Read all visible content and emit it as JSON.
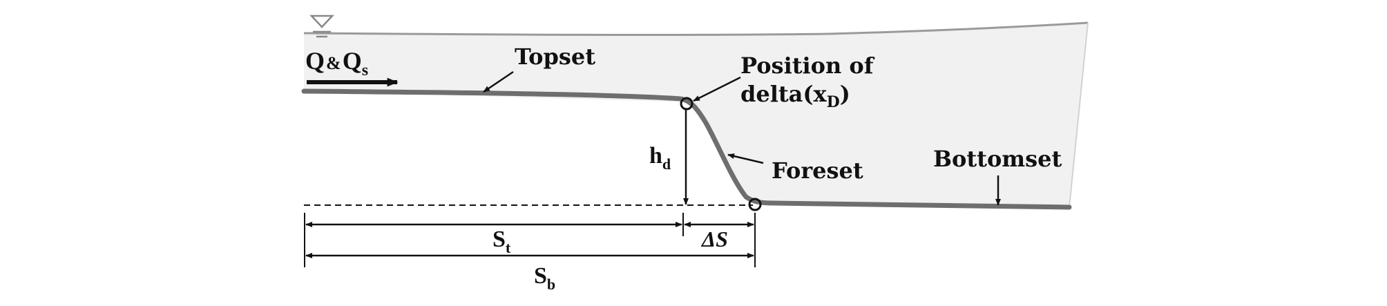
{
  "labels": {
    "flow_q": "Q",
    "flow_amp": "&",
    "flow_qs_main": "Q",
    "flow_qs_sub": "s",
    "topset": "Topset",
    "position_line1": "Position of",
    "position_line2_main": "delta(x",
    "position_line2_sub": "D",
    "position_line2_end": ")",
    "foreset": "Foreset",
    "bottomset": "Bottomset",
    "hd_main": "h",
    "hd_sub": "d",
    "st_main": "S",
    "st_sub": "t",
    "delta_s": "ΔS",
    "sb_main": "S",
    "sb_sub": "b"
  },
  "icons": {
    "water_level": "water-level-triangle-icon"
  },
  "colors": {
    "water_fill": "#f1f1f1",
    "bed_profile": "#6e6e6e",
    "water_surface": "#9a9a9a",
    "annotation": "#111111"
  }
}
